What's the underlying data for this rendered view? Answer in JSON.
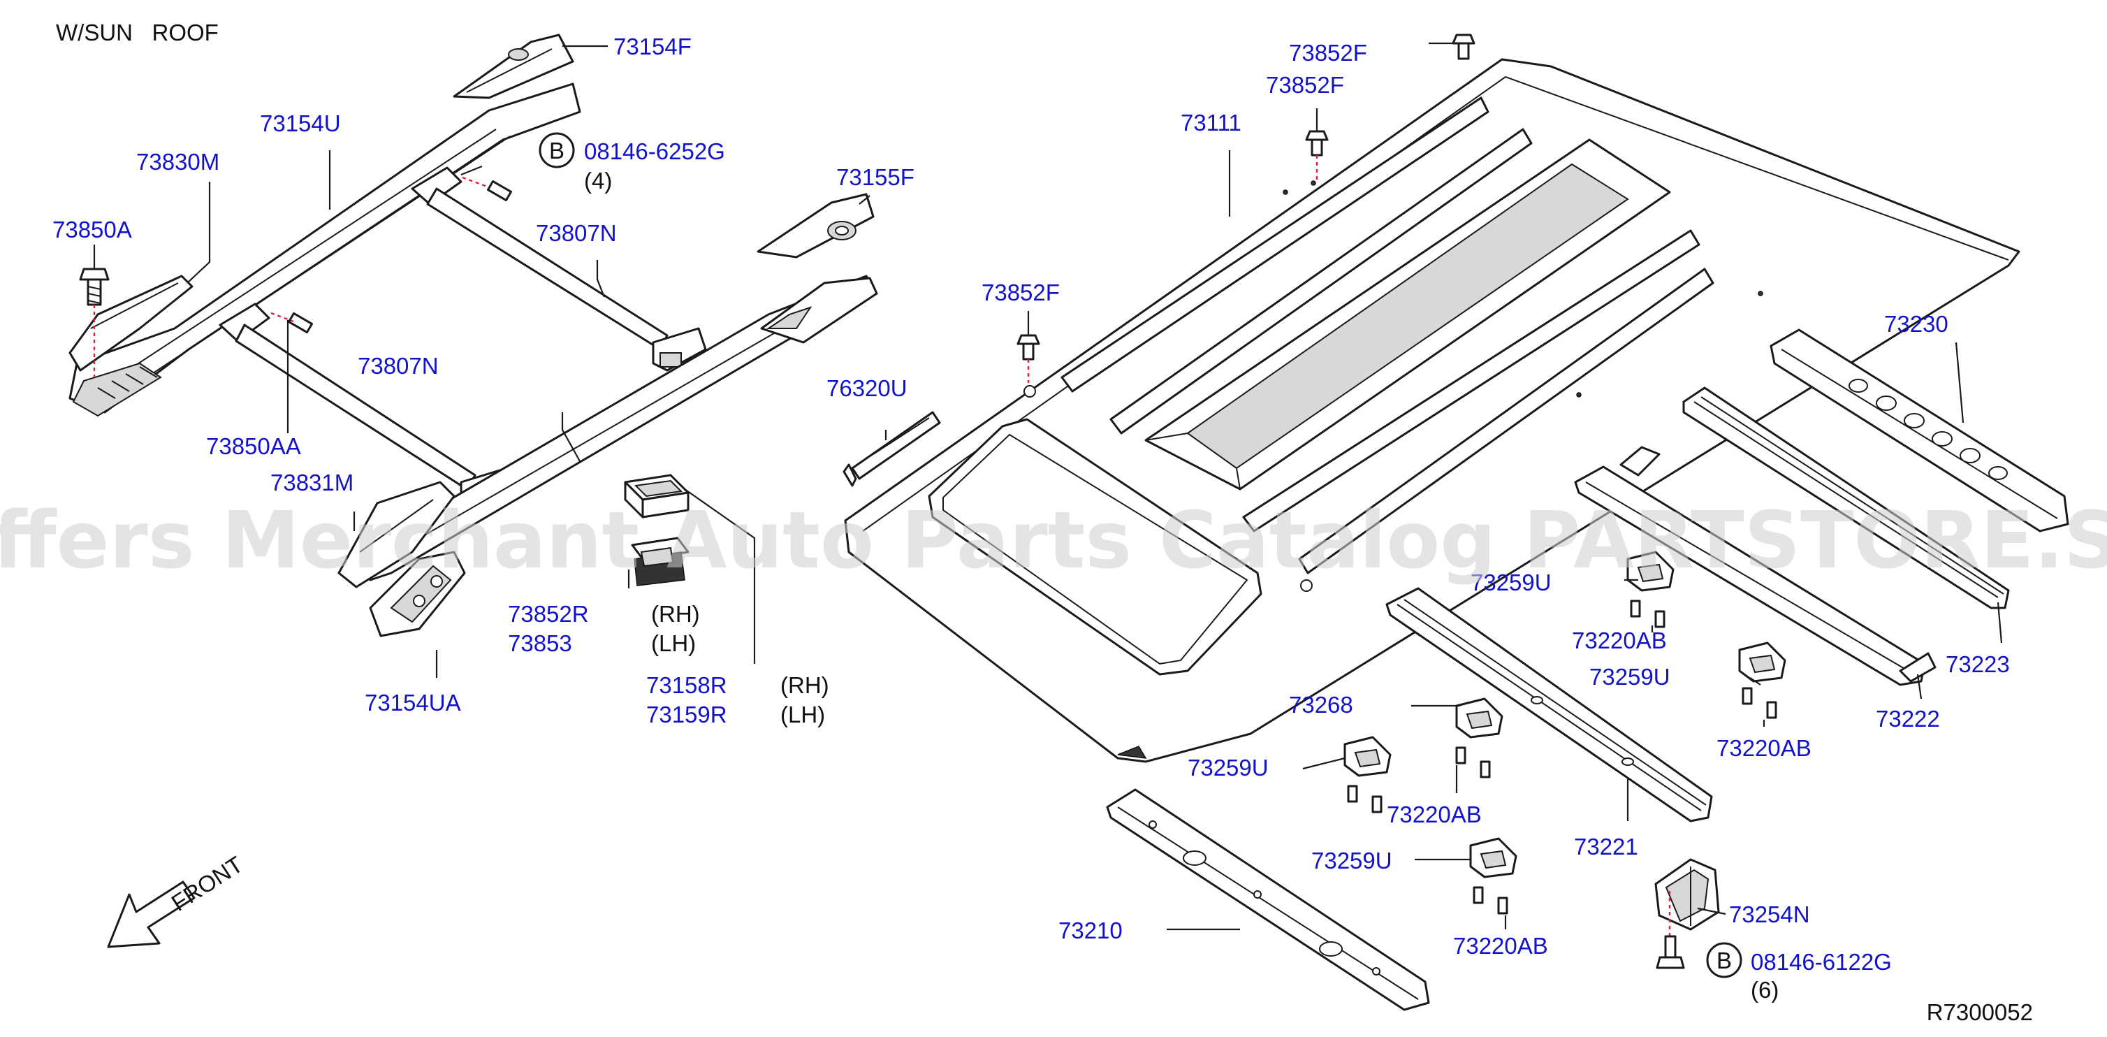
{
  "header": {
    "variant_text": "W/SUN   ROOF"
  },
  "footer": {
    "diagram_code": "R7300052"
  },
  "watermark": {
    "text": "Offers Merchant Auto Parts Catalog PARTSTORE.SA"
  },
  "direction": {
    "front_label": "FRONT"
  },
  "callouts": [
    {
      "id": "b1",
      "letter": "B",
      "part": "08146-6252G",
      "qty": "(4)"
    },
    {
      "id": "b2",
      "letter": "B",
      "part": "08146-6122G",
      "qty": "(6)"
    }
  ],
  "labels": {
    "l73154F": "73154F",
    "l73154U": "73154U",
    "l73830M": "73830M",
    "l73850A": "73850A",
    "l73155F": "73155F",
    "l73807N_1": "73807N",
    "l73807N_2": "73807N",
    "l73850AA": "73850AA",
    "l73831M": "73831M",
    "l73154UA": "73154UA",
    "l73852R": "73852R",
    "l73853": "73853",
    "l73158R": "73158R",
    "l73159R": "73159R",
    "l76320U": "76320U",
    "l73852F_1": "73852F",
    "l73852F_2": "73852F",
    "l73852F_3": "73852F",
    "l73111": "73111",
    "l73230": "73230",
    "l73259U_1": "73259U",
    "l73220AB_1": "73220AB",
    "l73259U_2": "73259U",
    "l73223": "73223",
    "l73220AB_2": "73220AB",
    "l73222": "73222",
    "l73268": "73268",
    "l73259U_3": "73259U",
    "l73220AB_3": "73220AB",
    "l73259U_4": "73259U",
    "l73221": "73221",
    "l73220AB_4": "73220AB",
    "l73254N": "73254N",
    "l73210": "73210"
  },
  "sides": {
    "rh_1": "(RH)",
    "lh_1": "(LH)",
    "rh_2": "(RH)",
    "lh_2": "(LH)"
  }
}
